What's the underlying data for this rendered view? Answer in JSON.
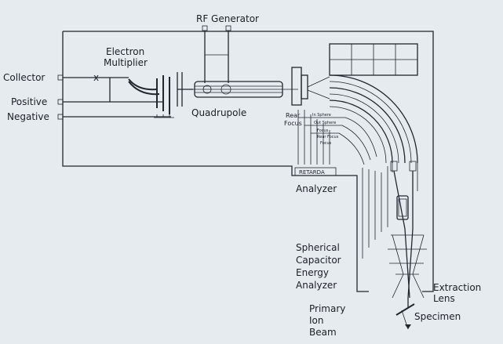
{
  "labels": {
    "rf_generator": "RF Generator",
    "electron_multiplier_1": "Electron",
    "electron_multiplier_2": "Multiplier",
    "collector": "Collector",
    "positive": "Positive",
    "negative": "Negative",
    "quadrupole": "Quadrupole",
    "rear_focus_1": "Rear",
    "rear_focus_2": "Focus",
    "analyzer": "Analyzer",
    "analyzer_tag": "RETARDA",
    "spherical_1": "Spherical",
    "spherical_2": "Capacitor",
    "spherical_3": "Energy",
    "spherical_4": "Analyzer",
    "extraction_1": "Extraction",
    "extraction_2": "Lens",
    "primary_1": "Primary",
    "primary_2": "Ion",
    "primary_3": "Beam",
    "specimen": "Specimen",
    "small_labels": [
      "In Sphere",
      "Out Sphere",
      "Focus",
      "Rear Focus",
      "Focus"
    ]
  }
}
